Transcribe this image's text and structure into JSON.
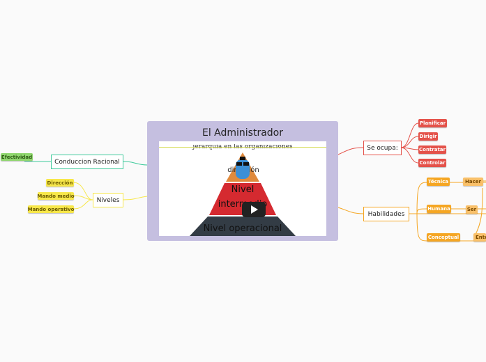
{
  "map": {
    "title": "El Administrador",
    "video": {
      "caption": "jerarquía en las organizaciones",
      "top_label": "dirección",
      "mid_label_1": "Nivel",
      "mid_label_2": "intermedio",
      "bottom_label": "Nivel operacional"
    },
    "left": {
      "conduccion": "Conduccion Racional",
      "efectividad": "Efectividad",
      "niveles": "Niveles",
      "niveles_items": [
        "Dirección",
        "Mando medio",
        "Mando operativo"
      ]
    },
    "right": {
      "se_ocupa": "Se ocupa:",
      "se_ocupa_items": [
        "Planificar",
        "Dirigir",
        "Contratar",
        "Controlar"
      ],
      "habilidades": "Habilidades",
      "habilidades_items": [
        "Técnica",
        "Humana",
        "Conceptual"
      ],
      "habilidades_sub": [
        "Hacer",
        "Ser",
        "Ente"
      ]
    },
    "colors": {
      "center": "#c5bfe0",
      "se_ocupa": "#e4524a",
      "habilidades": "#f5a623",
      "niveles": "#f7e74a",
      "conduccion": "#3cc99a"
    }
  }
}
